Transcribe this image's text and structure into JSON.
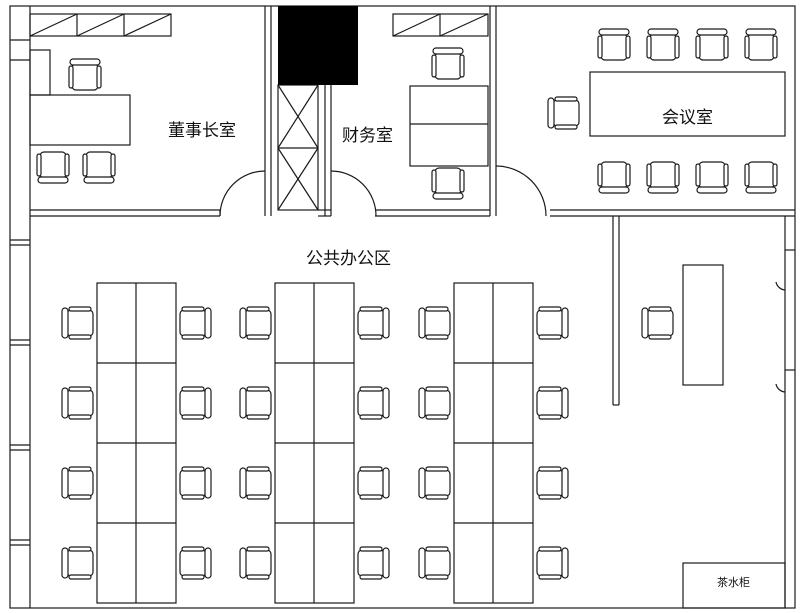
{
  "rooms": {
    "chairman_office": "董事长室",
    "finance_office": "财务室",
    "meeting_room": "会议室",
    "public_office": "公共办公区",
    "tea_cabinet": "茶水柜"
  },
  "colors": {
    "line": "#1a1a1a",
    "fill": "#ffffff",
    "column": "#000000"
  }
}
